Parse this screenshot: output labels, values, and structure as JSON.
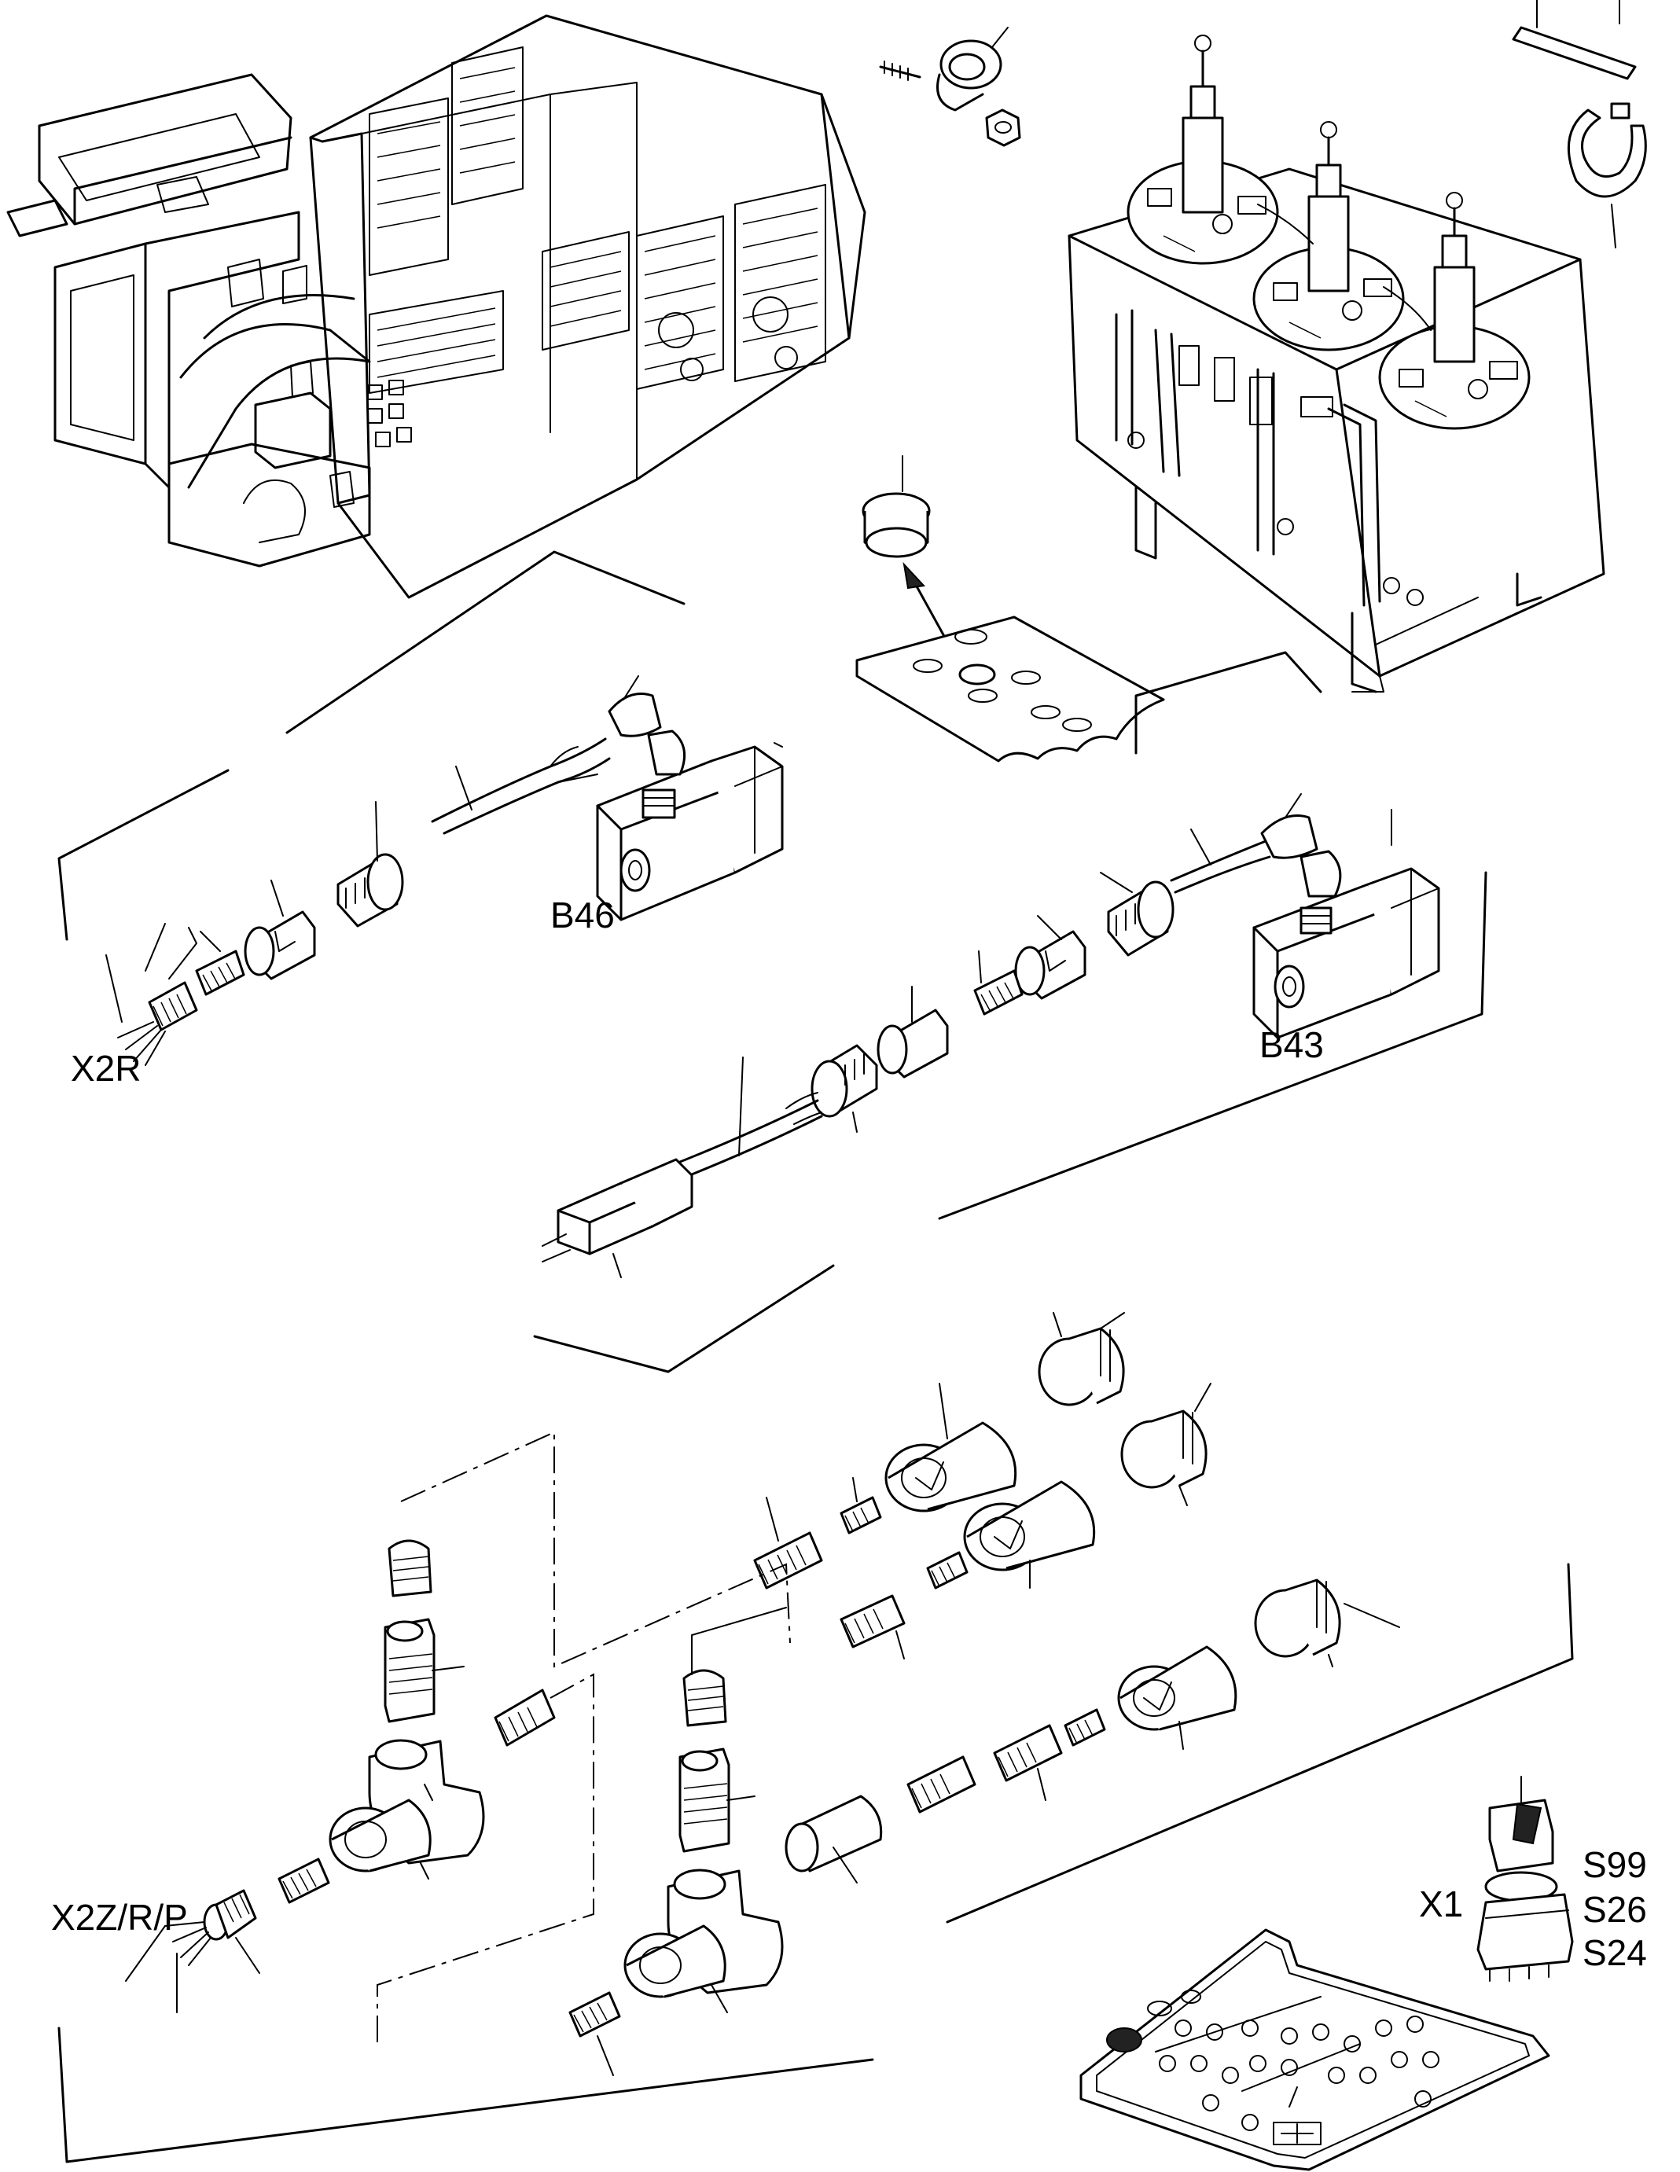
{
  "labels": {
    "x2r": "X2R",
    "b46": "B46",
    "b43": "B43",
    "x2zrp": "X2Z/R/P",
    "x1": "X1",
    "s99": "S99",
    "s26": "S26",
    "s24": "S24"
  }
}
